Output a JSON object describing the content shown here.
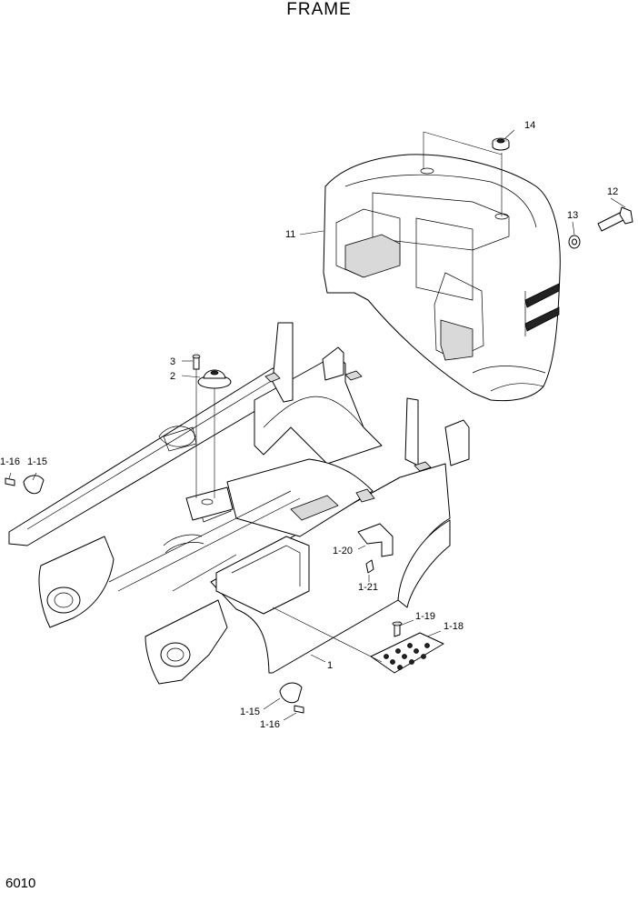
{
  "header": {
    "title": "FRAME"
  },
  "footer": {
    "page_number": "6010"
  },
  "callouts": {
    "c14": "14",
    "c12": "12",
    "c13": "13",
    "c11": "11",
    "c3": "3",
    "c2": "2",
    "c1_16a": "1-16",
    "c1_15a": "1-15",
    "c1_20": "1-20",
    "c1_21": "1-21",
    "c1_19": "1-19",
    "c1_18": "1-18",
    "c1": "1",
    "c1_15b": "1-15",
    "c1_16b": "1-16"
  }
}
